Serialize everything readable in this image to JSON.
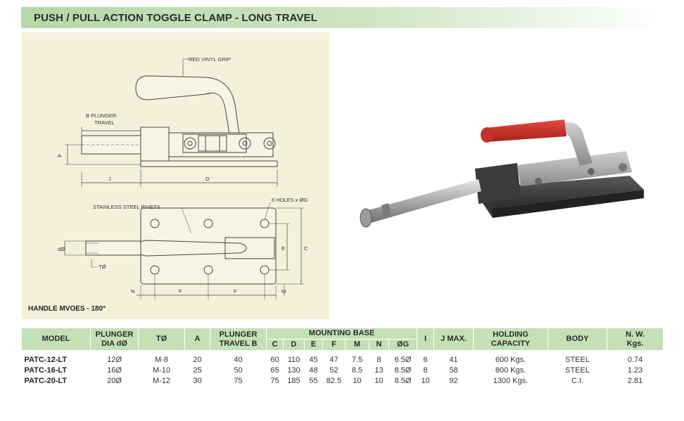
{
  "title": "PUSH / PULL ACTION TOGGLE CLAMP - LONG TRAVEL",
  "drawing": {
    "labels": {
      "grip": "RED VINYL GRIP",
      "plunger_travel_1": "B PLUNGER",
      "plunger_travel_2": "TRAVEL",
      "a": "A",
      "j": "J",
      "d": "D",
      "rivets": "STAINLESS STEEL RIVETS",
      "holes": "6 HOLES x ØG",
      "dia": "dØ",
      "t": "TØ",
      "e": "E",
      "c": "C",
      "n": "N",
      "f1": "F",
      "f2": "F",
      "m": "M"
    },
    "note": "HANDLE MVOES - 180°"
  },
  "colors": {
    "header_green": "#c4e0b6",
    "drawing_bg": "#f5f0d9",
    "grip_red": "#c8302b"
  },
  "table": {
    "headers": {
      "model": "MODEL",
      "plunger_dia_1": "PLUNGER",
      "plunger_dia_2": "DIA dØ",
      "t": "TØ",
      "a": "A",
      "plunger_travel_1": "PLUNGER",
      "plunger_travel_2": "TRAVEL B",
      "mounting_base": "MOUNTING BASE",
      "c": "C",
      "d": "D",
      "e": "E",
      "f": "F",
      "m": "M",
      "n": "N",
      "g": "ØG",
      "i": "I",
      "j_max": "J MAX.",
      "holding_1": "HOLDING",
      "holding_2": "CAPACITY",
      "body": "BODY",
      "nw_1": "N. W.",
      "nw_2": "Kgs."
    },
    "rows": [
      {
        "model": "PATC-12-LT",
        "dia": "12Ø",
        "t": "M-8",
        "a": "20",
        "travel": "40",
        "c": "60",
        "d": "110",
        "e": "45",
        "f": "47",
        "m": "7.5",
        "n": "8",
        "g": "6.5Ø",
        "i": "6",
        "j": "41",
        "capacity": "600 Kgs.",
        "body": "STEEL",
        "weight": "0.74"
      },
      {
        "model": "PATC-16-LT",
        "dia": "16Ø",
        "t": "M-10",
        "a": "25",
        "travel": "50",
        "c": "65",
        "d": "130",
        "e": "48",
        "f": "52",
        "m": "8.5",
        "n": "13",
        "g": "8.5Ø",
        "i": "8",
        "j": "58",
        "capacity": "800 Kgs.",
        "body": "STEEL",
        "weight": "1.23"
      },
      {
        "model": "PATC-20-LT",
        "dia": "20Ø",
        "t": "M-12",
        "a": "30",
        "travel": "75",
        "c": "75",
        "d": "185",
        "e": "55",
        "f": "82.5",
        "m": "10",
        "n": "10",
        "g": "8.5Ø",
        "i": "10",
        "j": "92",
        "capacity": "1300 Kgs.",
        "body": "C.I.",
        "weight": "2.81"
      }
    ]
  }
}
